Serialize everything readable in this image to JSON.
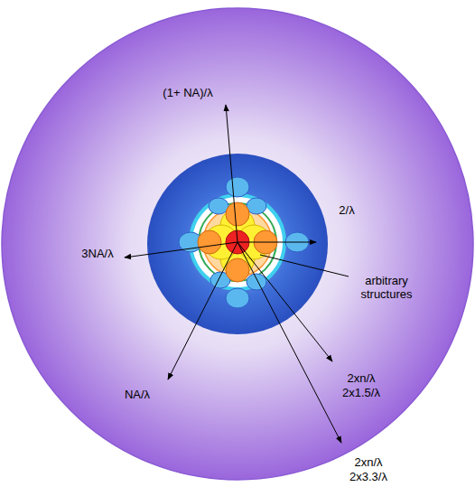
{
  "diagram": {
    "labels": [
      "(1+ NA)/λ",
      "3NA/λ",
      "2/λ",
      "arbitrary structures",
      "2xn/λ",
      "2x1.5/λ",
      "NA/λ",
      "2xn/λ",
      "2x3.3/λ"
    ]
  }
}
